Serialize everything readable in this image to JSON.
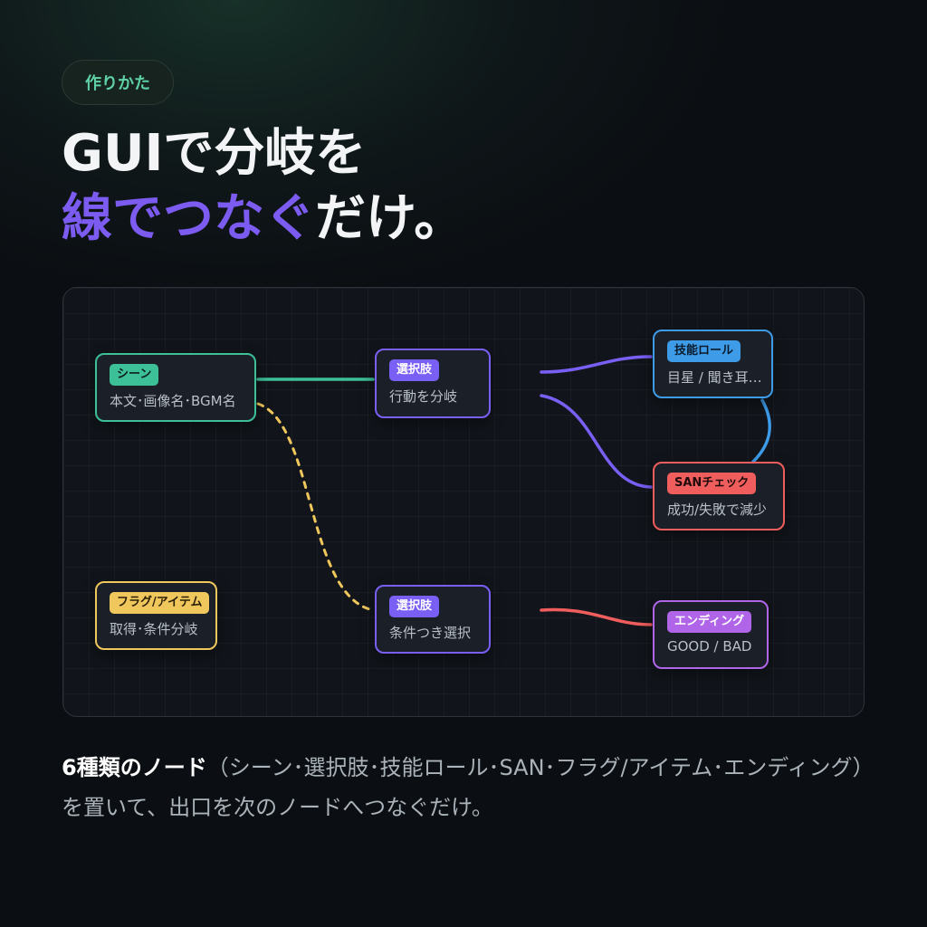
{
  "tag": "作りかた",
  "headline": {
    "line1": "GUIで分岐を",
    "line2_accent": "線でつなぐ",
    "line2_rest": "だけ。"
  },
  "nodes": {
    "scene": {
      "badge": "シーン",
      "desc": "本文･画像名･BGM名"
    },
    "choice1": {
      "badge": "選択肢",
      "desc": "行動を分岐"
    },
    "skill": {
      "badge": "技能ロール",
      "desc": "目星 / 聞き耳…"
    },
    "san": {
      "badge": "SANチェック",
      "desc": "成功/失敗で減少"
    },
    "flag": {
      "badge": "フラグ/アイテム",
      "desc": "取得･条件分岐"
    },
    "choice2": {
      "badge": "選択肢",
      "desc": "条件つき選択"
    },
    "ending": {
      "badge": "エンディング",
      "desc": "GOOD / BAD"
    }
  },
  "colors": {
    "scene": "#3dbf97",
    "choice": "#7a5ff5",
    "skill": "#3d9be8",
    "san": "#f05d5d",
    "flag": "#f0c75c",
    "ending": "#b065e8"
  },
  "caption": {
    "lead": "6種類のノード",
    "rest": "（シーン･選択肢･技能ロール･SAN･フラグ/アイテム･エンディング）",
    "line2": "を置いて、出口を次のノードへつなぐだけ。"
  }
}
